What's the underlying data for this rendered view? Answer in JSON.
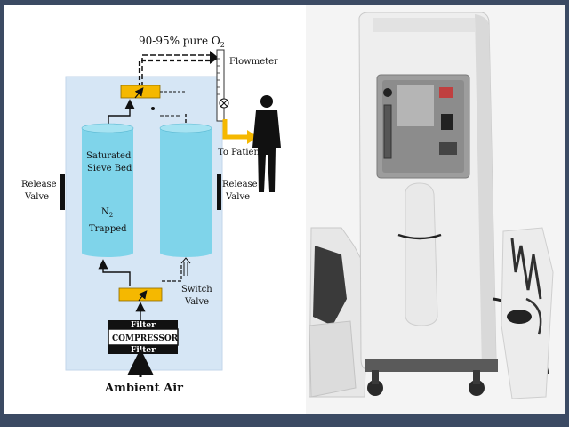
{
  "diagram": {
    "output_label": "90-95% pure O",
    "output_subscript": "2",
    "flowmeter_label": "Flowmeter",
    "to_patient_label": "To Patient",
    "left_bed_label_line1": "Saturated",
    "left_bed_label_line2": "Sieve Bed",
    "left_bed_n2": "N",
    "left_bed_n2_sub": "2",
    "left_bed_trapped": "Trapped",
    "release_valve_left_line1": "Release",
    "release_valve_left_line2": "Valve",
    "release_valve_right_line1": "Release",
    "release_valve_right_line2": "Valve",
    "switch_valve_line1": "Switch",
    "switch_valve_line2": "Valve",
    "filter_top": "Filter",
    "compressor": "COMPRESSOR",
    "filter_bottom": "Filter",
    "ambient_air": "Ambient Air"
  },
  "colors": {
    "panel_bg": "#d6e6f5",
    "sieve_bed": "#7fd4ea",
    "valve": "#f5b800",
    "patient_arrow": "#f5b800",
    "frame": "#3b4a63"
  }
}
